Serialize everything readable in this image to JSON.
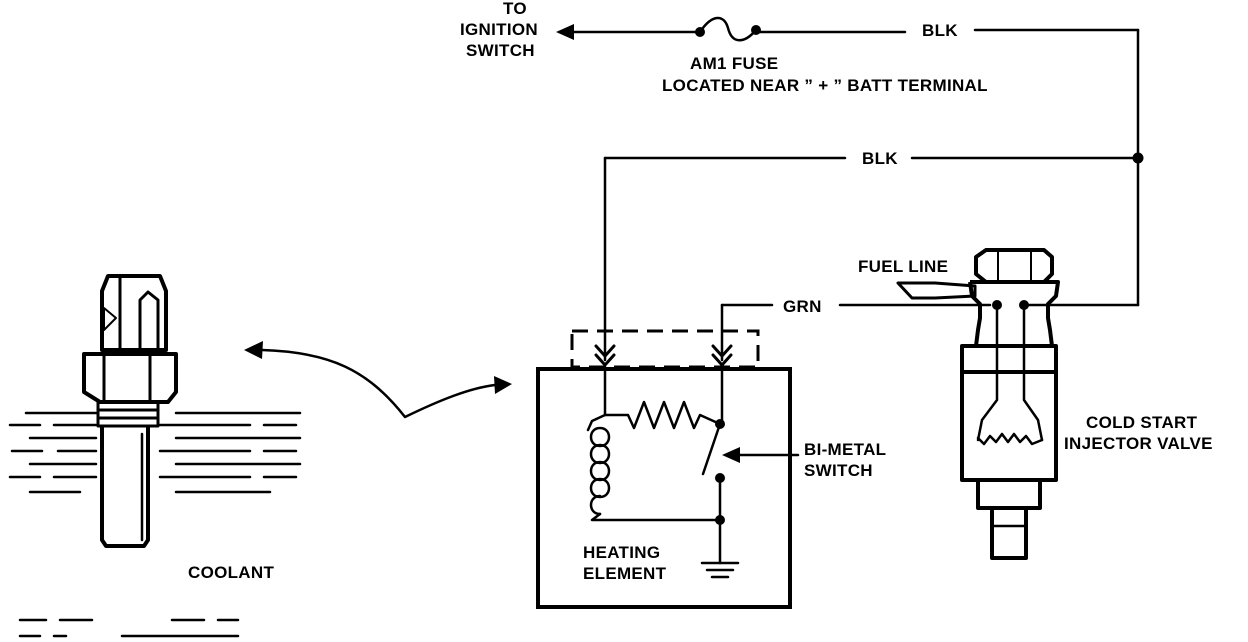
{
  "labels": {
    "to": "TO",
    "ignition": "IGNITION",
    "switch_word": "SWITCH",
    "fuse_line1": "AM1 FUSE",
    "fuse_line2": "LOCATED NEAR ” + ” BATT TERMINAL",
    "blk_top": "BLK",
    "blk_mid": "BLK",
    "grn": "GRN",
    "fuel_line": "FUEL LINE",
    "cold_start_1": "COLD START",
    "cold_start_2": "INJECTOR VALVE",
    "bimetal_1": "BI-METAL",
    "bimetal_2": "SWITCH",
    "heating_1": "HEATING",
    "heating_2": "ELEMENT",
    "coolant": "COOLANT"
  }
}
